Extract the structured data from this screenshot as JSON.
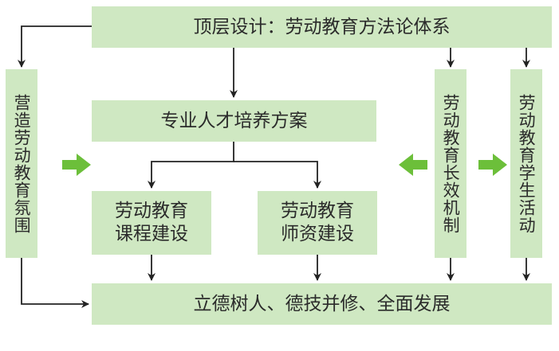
{
  "top": "顶层设计：劳动教育方法论体系",
  "plan": "专业人才培养方案",
  "curriculum": "劳动教育\n课程建设",
  "teachers": "劳动教育\n师资建设",
  "bottom": "立德树人、德技并修、全面发展",
  "left_vertical": "营造劳动教育氛围",
  "mech_vertical": "劳动教育长效机制",
  "student_vertical": "劳动教育学生活动",
  "colors": {
    "box": "#cfe8c2",
    "line": "#222222",
    "accent_arrow": "#6cbf3a"
  }
}
